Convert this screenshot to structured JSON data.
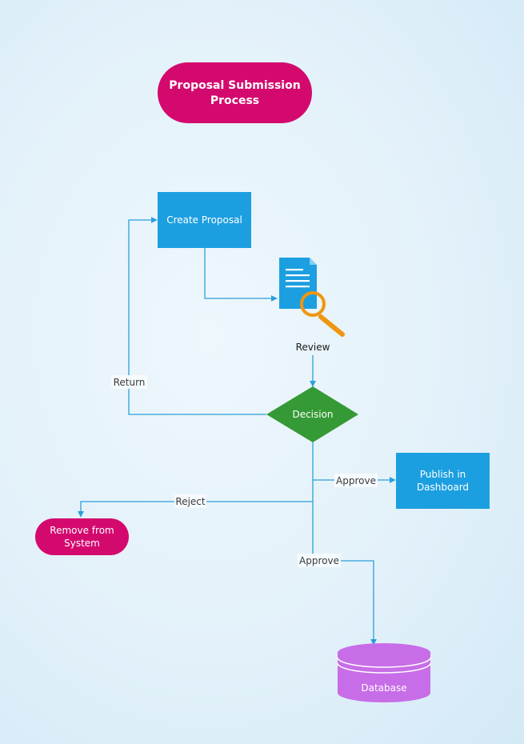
{
  "nodes": {
    "title": {
      "line1": "Proposal Submission",
      "line2": "Process"
    },
    "create": {
      "label": "Create Proposal"
    },
    "review": {
      "label": "Review"
    },
    "decision": {
      "label": "Decision"
    },
    "publish": {
      "line1": "Publish in",
      "line2": "Dashboard"
    },
    "remove": {
      "line1": "Remove from",
      "line2": "System"
    },
    "database": {
      "label": "Database"
    }
  },
  "edges": {
    "return": {
      "label": "Return"
    },
    "reject": {
      "label": "Reject"
    },
    "approve_publish": {
      "label": "Approve"
    },
    "approve_database": {
      "label": "Approve"
    }
  },
  "colors": {
    "terminator": "#d4096e",
    "process": "#1c9fe0",
    "decision": "#359a35",
    "database": "#c86de8",
    "connector": "#2aa0d8",
    "magnifier": "#f0960f"
  }
}
